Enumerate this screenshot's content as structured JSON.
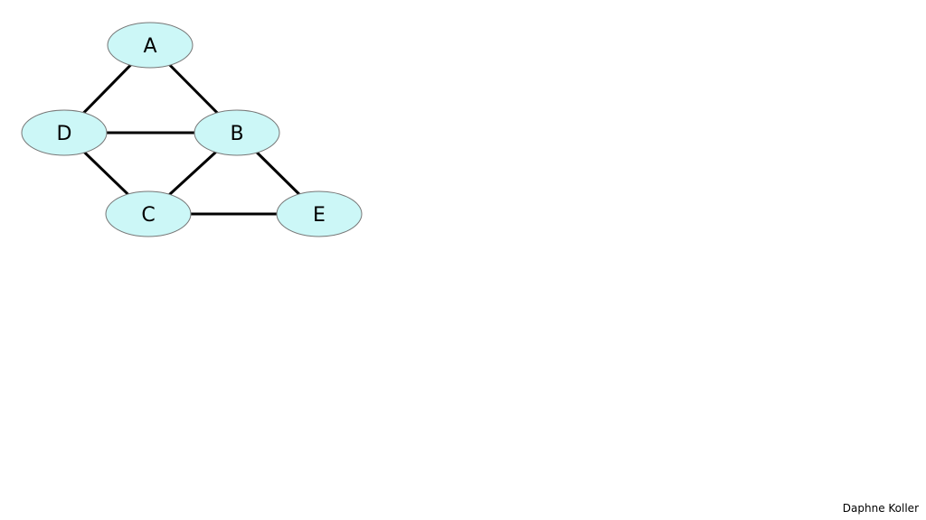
{
  "graph": {
    "nodes": [
      {
        "id": "A",
        "label": "A"
      },
      {
        "id": "D",
        "label": "D"
      },
      {
        "id": "B",
        "label": "B"
      },
      {
        "id": "C",
        "label": "C"
      },
      {
        "id": "E",
        "label": "E"
      }
    ],
    "edges": [
      [
        "A",
        "D"
      ],
      [
        "A",
        "B"
      ],
      [
        "D",
        "B"
      ],
      [
        "D",
        "C"
      ],
      [
        "B",
        "C"
      ],
      [
        "B",
        "E"
      ],
      [
        "C",
        "E"
      ]
    ],
    "node_fill": "#ccf7f7",
    "node_stroke": "#777777",
    "edge_color": "#000000"
  },
  "footer": {
    "author": "Daphne Koller"
  }
}
